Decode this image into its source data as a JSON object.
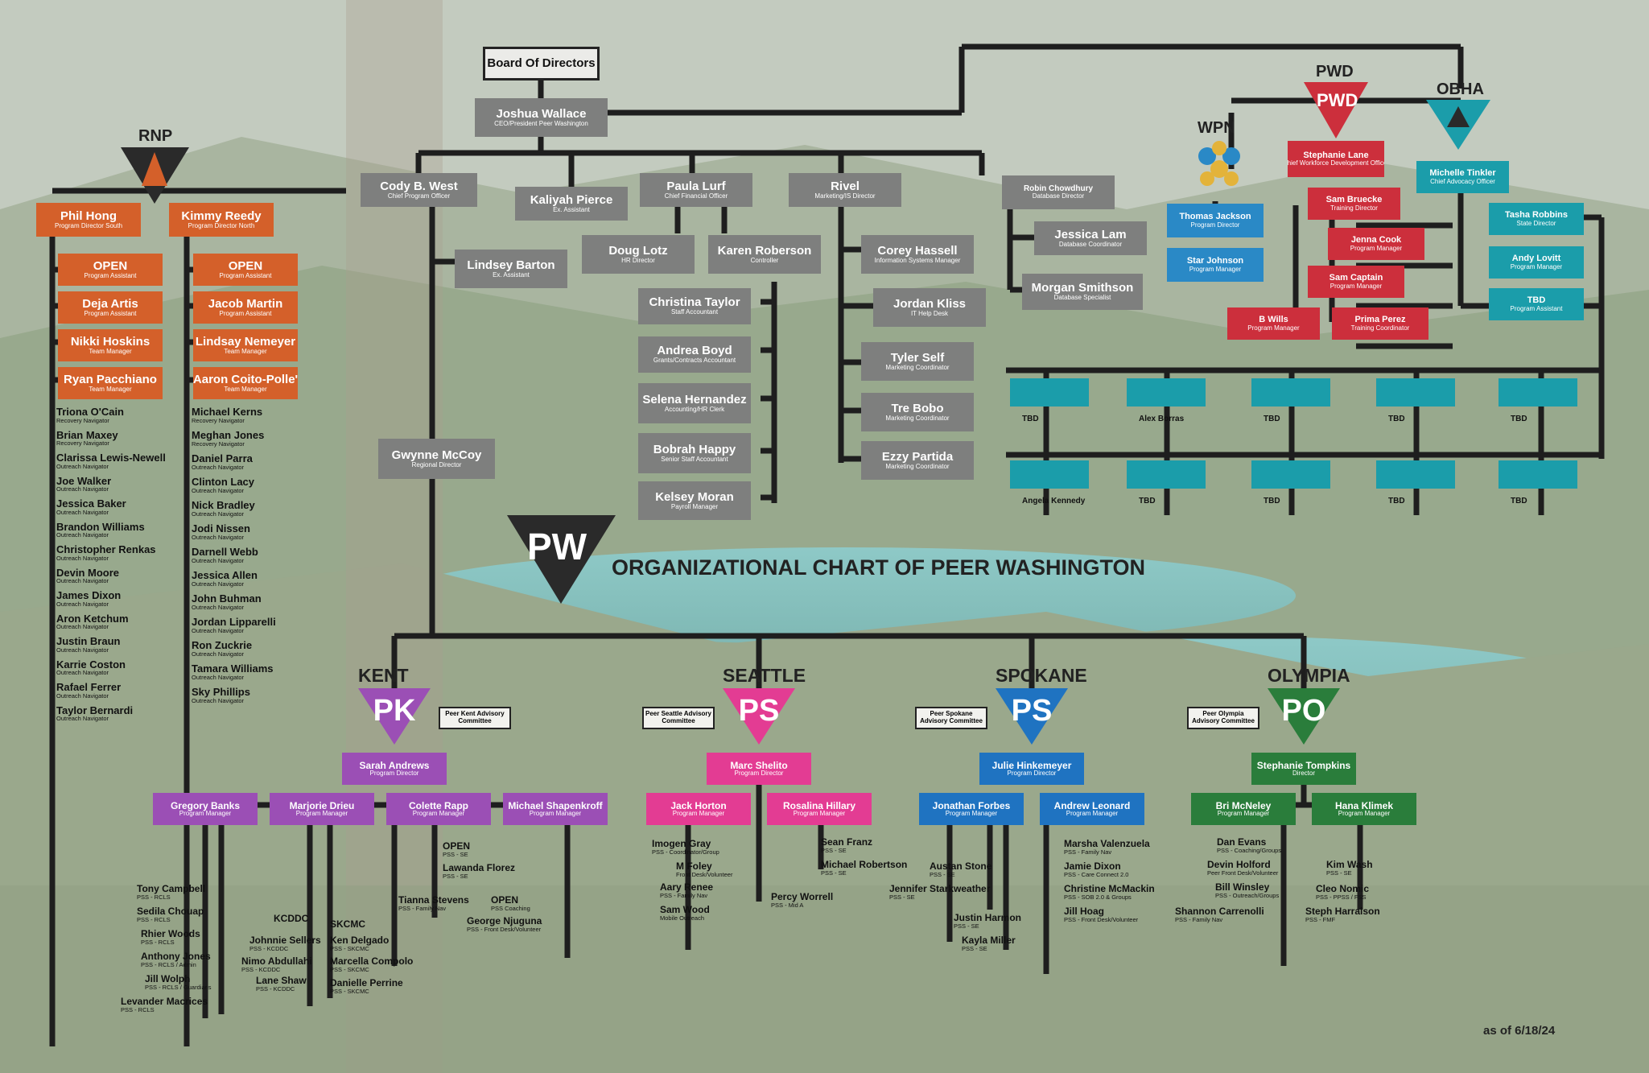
{
  "title": "ORGANIZATIONAL CHART OF PEER WASHINGTON",
  "logo_text": "PW",
  "as_of": "as of 6/18/24",
  "board": "Board Of Directors",
  "exec": [
    {
      "name": "Joshua Wallace",
      "title": "CEO/President Peer Washington"
    },
    {
      "name": "Cody B. West",
      "title": "Chief Program Officer"
    },
    {
      "name": "Kaliyah Pierce",
      "title": "Ex. Assistant"
    },
    {
      "name": "Paula Lurf",
      "title": "Chief Financial Officer"
    },
    {
      "name": "Rivel",
      "title": "Marketing/IS Director"
    },
    {
      "name": "Robin Chowdhury",
      "title": "Database Director"
    },
    {
      "name": "Lindsey Barton",
      "title": "Ex. Assistant"
    },
    {
      "name": "Doug Lotz",
      "title": "HR Director"
    },
    {
      "name": "Karen Roberson",
      "title": "Controller"
    },
    {
      "name": "Corey Hassell",
      "title": "Information Systems Manager"
    },
    {
      "name": "Jessica Lam",
      "title": "Database Coordinator"
    },
    {
      "name": "Morgan Smithson",
      "title": "Database Specialist"
    },
    {
      "name": "Jordan Kliss",
      "title": "IT Help Desk"
    },
    {
      "name": "Christina Taylor",
      "title": "Staff Accountant"
    },
    {
      "name": "Andrea Boyd",
      "title": "Grants/Contracts Accountant"
    },
    {
      "name": "Selena Hernandez",
      "title": "Accounting/HR Clerk"
    },
    {
      "name": "Bobrah Happy",
      "title": "Senior Staff Accountant"
    },
    {
      "name": "Kelsey Moran",
      "title": "Payroll Manager"
    },
    {
      "name": "Tyler Self",
      "title": "Marketing Coordinator"
    },
    {
      "name": "Tre Bobo",
      "title": "Marketing Coordinator"
    },
    {
      "name": "Ezzy Partida",
      "title": "Marketing Coordinator"
    },
    {
      "name": "Gwynne McCoy",
      "title": "Regional Director"
    }
  ],
  "rnp": {
    "label": "RNP",
    "leads": [
      {
        "name": "Phil Hong",
        "title": "Program Director South"
      },
      {
        "name": "Kimmy Reedy",
        "title": "Program Director North"
      }
    ],
    "left": [
      {
        "name": "OPEN",
        "title": "Program Assistant"
      },
      {
        "name": "Deja Artis",
        "title": "Program Assistant"
      },
      {
        "name": "Nikki Hoskins",
        "title": "Team Manager"
      },
      {
        "name": "Ryan Pacchiano",
        "title": "Team Manager"
      }
    ],
    "right": [
      {
        "name": "OPEN",
        "title": "Program Assistant"
      },
      {
        "name": "Jacob Martin",
        "title": "Program Assistant"
      },
      {
        "name": "Lindsay Nemeyer",
        "title": "Team Manager"
      },
      {
        "name": "Aaron Coito-Polle'",
        "title": "Team Manager"
      }
    ],
    "left_nav": [
      {
        "name": "Triona O'Cain",
        "title": "Recovery Navigator"
      },
      {
        "name": "Brian Maxey",
        "title": "Recovery Navigator"
      },
      {
        "name": "Clarissa Lewis-Newell",
        "title": "Outreach Navigator"
      },
      {
        "name": "Joe Walker",
        "title": "Outreach Navigator"
      },
      {
        "name": "Jessica Baker",
        "title": "Outreach Navigator"
      },
      {
        "name": "Brandon Williams",
        "title": "Outreach Navigator"
      },
      {
        "name": "Christopher Renkas",
        "title": "Outreach Navigator"
      },
      {
        "name": "Devin Moore",
        "title": "Outreach Navigator"
      },
      {
        "name": "James Dixon",
        "title": "Outreach Navigator"
      },
      {
        "name": "Aron Ketchum",
        "title": "Outreach Navigator"
      },
      {
        "name": "Justin Braun",
        "title": "Outreach Navigator"
      },
      {
        "name": "Karrie Coston",
        "title": "Outreach Navigator"
      },
      {
        "name": "Rafael Ferrer",
        "title": "Outreach Navigator"
      },
      {
        "name": "Taylor Bernardi",
        "title": "Outreach Navigator"
      }
    ],
    "right_nav": [
      {
        "name": "Michael Kerns",
        "title": "Recovery Navigator"
      },
      {
        "name": "Meghan Jones",
        "title": "Recovery Navigator"
      },
      {
        "name": "Daniel Parra",
        "title": "Outreach Navigator"
      },
      {
        "name": "Clinton Lacy",
        "title": "Outreach Navigator"
      },
      {
        "name": "Nick Bradley",
        "title": "Outreach Navigator"
      },
      {
        "name": "Jodi Nissen",
        "title": "Outreach Navigator"
      },
      {
        "name": "Darnell Webb",
        "title": "Outreach Navigator"
      },
      {
        "name": "Jessica Allen",
        "title": "Outreach Navigator"
      },
      {
        "name": "John Buhman",
        "title": "Outreach Navigator"
      },
      {
        "name": "Jordan Lipparelli",
        "title": "Outreach Navigator"
      },
      {
        "name": "Ron Zuckrie",
        "title": "Outreach Navigator"
      },
      {
        "name": "Tamara Williams",
        "title": "Outreach Navigator"
      },
      {
        "name": "Sky Phillips",
        "title": "Outreach Navigator"
      }
    ]
  },
  "wpn": {
    "label": "WPN",
    "staff": [
      {
        "name": "Thomas Jackson",
        "title": "Program Director"
      },
      {
        "name": "Star Johnson",
        "title": "Program Manager"
      }
    ]
  },
  "pwd": {
    "label": "PWD",
    "staff": [
      {
        "name": "Stephanie Lane",
        "title": "Chief Workforce Development Officer"
      },
      {
        "name": "Sam Bruecke",
        "title": "Training Director"
      },
      {
        "name": "Jenna Cook",
        "title": "Program Manager"
      },
      {
        "name": "Sam Captain",
        "title": "Program Manager"
      },
      {
        "name": "B Wills",
        "title": "Program Manager"
      },
      {
        "name": "Prima Perez",
        "title": "Training Coordinator"
      }
    ]
  },
  "obha": {
    "label": "OBHA",
    "staff": [
      {
        "name": "Michelle Tinkler",
        "title": "Chief Advocacy Officer"
      },
      {
        "name": "Tasha Robbins",
        "title": "State Director"
      },
      {
        "name": "Andy Lovitt",
        "title": "Program Manager"
      },
      {
        "name": "TBD",
        "title": "Program Assistant"
      }
    ]
  },
  "advocacy_row1": [
    "TBD",
    "Alex Borras",
    "TBD",
    "TBD",
    "TBD"
  ],
  "advocacy_row2": [
    "Angela Kennedy",
    "TBD",
    "TBD",
    "TBD",
    "TBD"
  ],
  "regions": [
    {
      "name": "KENT",
      "abbr": "PK",
      "color": "#9b4fb5",
      "advisory": "Peer Kent Advisory Committee",
      "director": {
        "name": "Sarah Andrews",
        "title": "Program Director"
      },
      "managers": [
        {
          "name": "Gregory Banks",
          "title": "Program Manager"
        },
        {
          "name": "Marjorie Drieu",
          "title": "Program Manager"
        },
        {
          "name": "Colette Rapp",
          "title": "Program Manager"
        },
        {
          "name": "Michael Shapenkroff",
          "title": "Program Manager"
        }
      ],
      "staff": [
        {
          "name": "Tony Campbell",
          "title": "PSS - RCLS"
        },
        {
          "name": "Sedila Chouap",
          "title": "PSS - RCLS"
        },
        {
          "name": "Rhier Woods",
          "title": "PSS - RCLS"
        },
        {
          "name": "Anthony Jones",
          "title": "PSS - RCLS / Admin"
        },
        {
          "name": "Jill Wolph",
          "title": "PSS - RCLS / Guardians"
        },
        {
          "name": "Levander Macrices",
          "title": "PSS - RCLS"
        },
        {
          "name": "KCDDC",
          "title": ""
        },
        {
          "name": "Johnnie Sellers",
          "title": "PSS - KCDDC"
        },
        {
          "name": "Nimo Abdullahi",
          "title": "PSS - KCDDC"
        },
        {
          "name": "Lane Shaw",
          "title": "PSS - KCDDC"
        },
        {
          "name": "SKCMC",
          "title": ""
        },
        {
          "name": "Ken Delgado",
          "title": "PSS - SKCMC"
        },
        {
          "name": "Marcella Compolo",
          "title": "PSS - SKCMC"
        },
        {
          "name": "Danielle Perrine",
          "title": "PSS - SKCMC"
        },
        {
          "name": "OPEN",
          "title": "PSS - SE"
        },
        {
          "name": "Lawanda Florez",
          "title": "PSS - SE"
        },
        {
          "name": "Tianna Stevens",
          "title": "PSS - Family Nav"
        },
        {
          "name": "OPEN",
          "title": "PSS Coaching"
        },
        {
          "name": "George Njuguna",
          "title": "PSS - Front Desk/Volunteer"
        }
      ]
    },
    {
      "name": "SEATTLE",
      "abbr": "PS",
      "color": "#e33c93",
      "advisory": "Peer Seattle Advisory Committee",
      "director": {
        "name": "Marc Shelito",
        "title": "Program Director"
      },
      "managers": [
        {
          "name": "Jack Horton",
          "title": "Program Manager"
        },
        {
          "name": "Rosalina Hillary",
          "title": "Program Manager"
        }
      ],
      "staff": [
        {
          "name": "Imogen Gray",
          "title": "PSS - Coordinator/Group"
        },
        {
          "name": "M Foley",
          "title": "Front Desk/Volunteer"
        },
        {
          "name": "Aary Renee",
          "title": "PSS - Family Nav"
        },
        {
          "name": "Sam Wood",
          "title": "Mobile Outreach"
        },
        {
          "name": "Sean Franz",
          "title": "PSS - SE"
        },
        {
          "name": "Michael Robertson",
          "title": "PSS - SE"
        },
        {
          "name": "Percy Worrell",
          "title": "PSS - Mid A"
        }
      ]
    },
    {
      "name": "SPOKANE",
      "abbr": "PS",
      "color": "#1f73c1",
      "advisory": "Peer Spokane Advisory Committee",
      "director": {
        "name": "Julie Hinkemeyer",
        "title": "Program Director"
      },
      "managers": [
        {
          "name": "Jonathan Forbes",
          "title": "Program Manager"
        },
        {
          "name": "Andrew Leonard",
          "title": "Program Manager"
        }
      ],
      "staff": [
        {
          "name": "Austan Stone",
          "title": "PSS - SE"
        },
        {
          "name": "Jennifer Starkweather",
          "title": "PSS - SE"
        },
        {
          "name": "Justin Harmon",
          "title": "PSS - SE"
        },
        {
          "name": "Kayla Miller",
          "title": "PSS - SE"
        },
        {
          "name": "Marsha Valenzuela",
          "title": "PSS - Family Nav"
        },
        {
          "name": "Jamie Dixon",
          "title": "PSS - Care Connect 2.0"
        },
        {
          "name": "Christine McMackin",
          "title": "PSS - SOB 2.0 & Groups"
        },
        {
          "name": "Jill Hoag",
          "title": "PSS - Front Desk/Volunteer"
        }
      ]
    },
    {
      "name": "OLYMPIA",
      "abbr": "PO",
      "color": "#2a7d3b",
      "advisory": "Peer Olympia Advisory Committee",
      "director": {
        "name": "Stephanie Tompkins",
        "title": "Director"
      },
      "managers": [
        {
          "name": "Bri McNeley",
          "title": "Program Manager"
        },
        {
          "name": "Hana Klimek",
          "title": "Program Manager"
        }
      ],
      "staff": [
        {
          "name": "Dan Evans",
          "title": "PSS - Coaching/Groups"
        },
        {
          "name": "Devin Holford",
          "title": "Peer Front Desk/Volunteer"
        },
        {
          "name": "Bill Winsley",
          "title": "PSS - Outreach/Groups"
        },
        {
          "name": "Shannon Carrenolli",
          "title": "PSS - Family Nav"
        },
        {
          "name": "Kim Wash",
          "title": "PSS - SE"
        },
        {
          "name": "Cleo Nomic",
          "title": "PSS - PPSS / FSS"
        },
        {
          "name": "Steph Harralson",
          "title": "PSS - FMF"
        }
      ]
    }
  ]
}
